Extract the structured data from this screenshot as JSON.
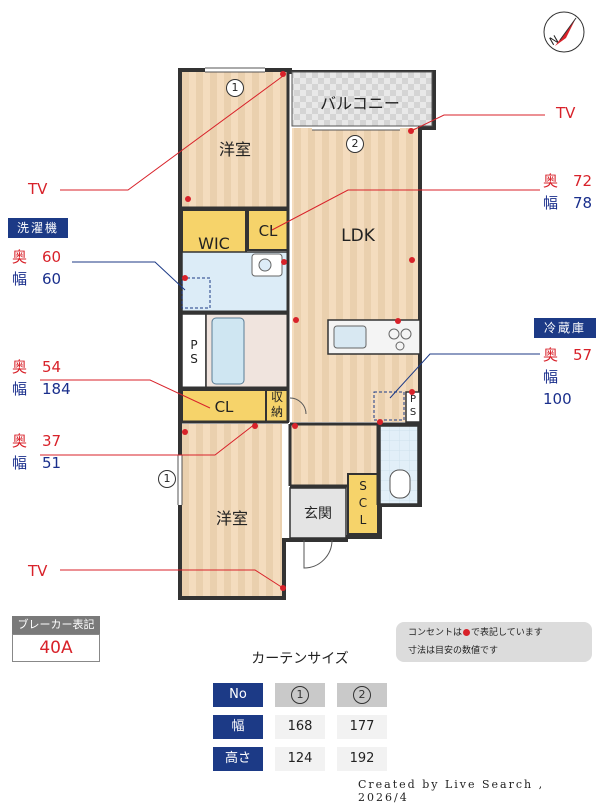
{
  "compass": {
    "letter": "N"
  },
  "rooms": {
    "balcony": "バルコニー",
    "western_top": "洋室",
    "wic": "WIC",
    "cl_small": "CL",
    "ldk": "LDK",
    "ps_left": "P\nS",
    "cl_hall": "CL",
    "storage": "収\n納",
    "ps_right": "P\nS",
    "western_bottom": "洋室",
    "entrance": "玄関",
    "scl": "S\nC\nL"
  },
  "window_marks": {
    "one_top": "1",
    "two": "2",
    "one_left": "1"
  },
  "tv_labels": {
    "top_left": "TV",
    "top_right": "TV",
    "bottom_left": "TV"
  },
  "measurements": {
    "washer": {
      "label": "洗濯機",
      "depth_key": "奥",
      "depth": "60",
      "width_key": "幅",
      "width": "60"
    },
    "ldk_cl": {
      "depth_key": "奥",
      "depth": "72",
      "width_key": "幅",
      "width": "78"
    },
    "hall_cl": {
      "depth_key": "奥",
      "depth": "54",
      "width_key": "幅",
      "width": "184"
    },
    "storage": {
      "depth_key": "奥",
      "depth": "37",
      "width_key": "幅",
      "width": "51"
    },
    "fridge": {
      "label": "冷蔵庫",
      "depth_key": "奥",
      "depth": "57",
      "width_key": "幅",
      "width": "100"
    }
  },
  "breaker": {
    "label": "ブレーカー表記",
    "value": "40A"
  },
  "note": {
    "line1_a": "コンセントは",
    "line1_b": "で表記しています",
    "line2": "寸法は目安の数値です"
  },
  "curtain": {
    "title": "カーテンサイズ",
    "header": {
      "no": "No",
      "c1": "1",
      "c2": "2"
    },
    "rows": [
      {
        "label": "幅",
        "v1": "168",
        "v2": "177"
      },
      {
        "label": "高さ",
        "v1": "124",
        "v2": "192"
      }
    ]
  },
  "credit": "Created by Live Search , 2026/4",
  "colors": {
    "floor_wood": "#f2d6b4",
    "wic_yellow": "#f6d36a",
    "bath_blue": "#dcecf7",
    "navy": "#1c3a86",
    "outlet_red": "#d8222a"
  }
}
